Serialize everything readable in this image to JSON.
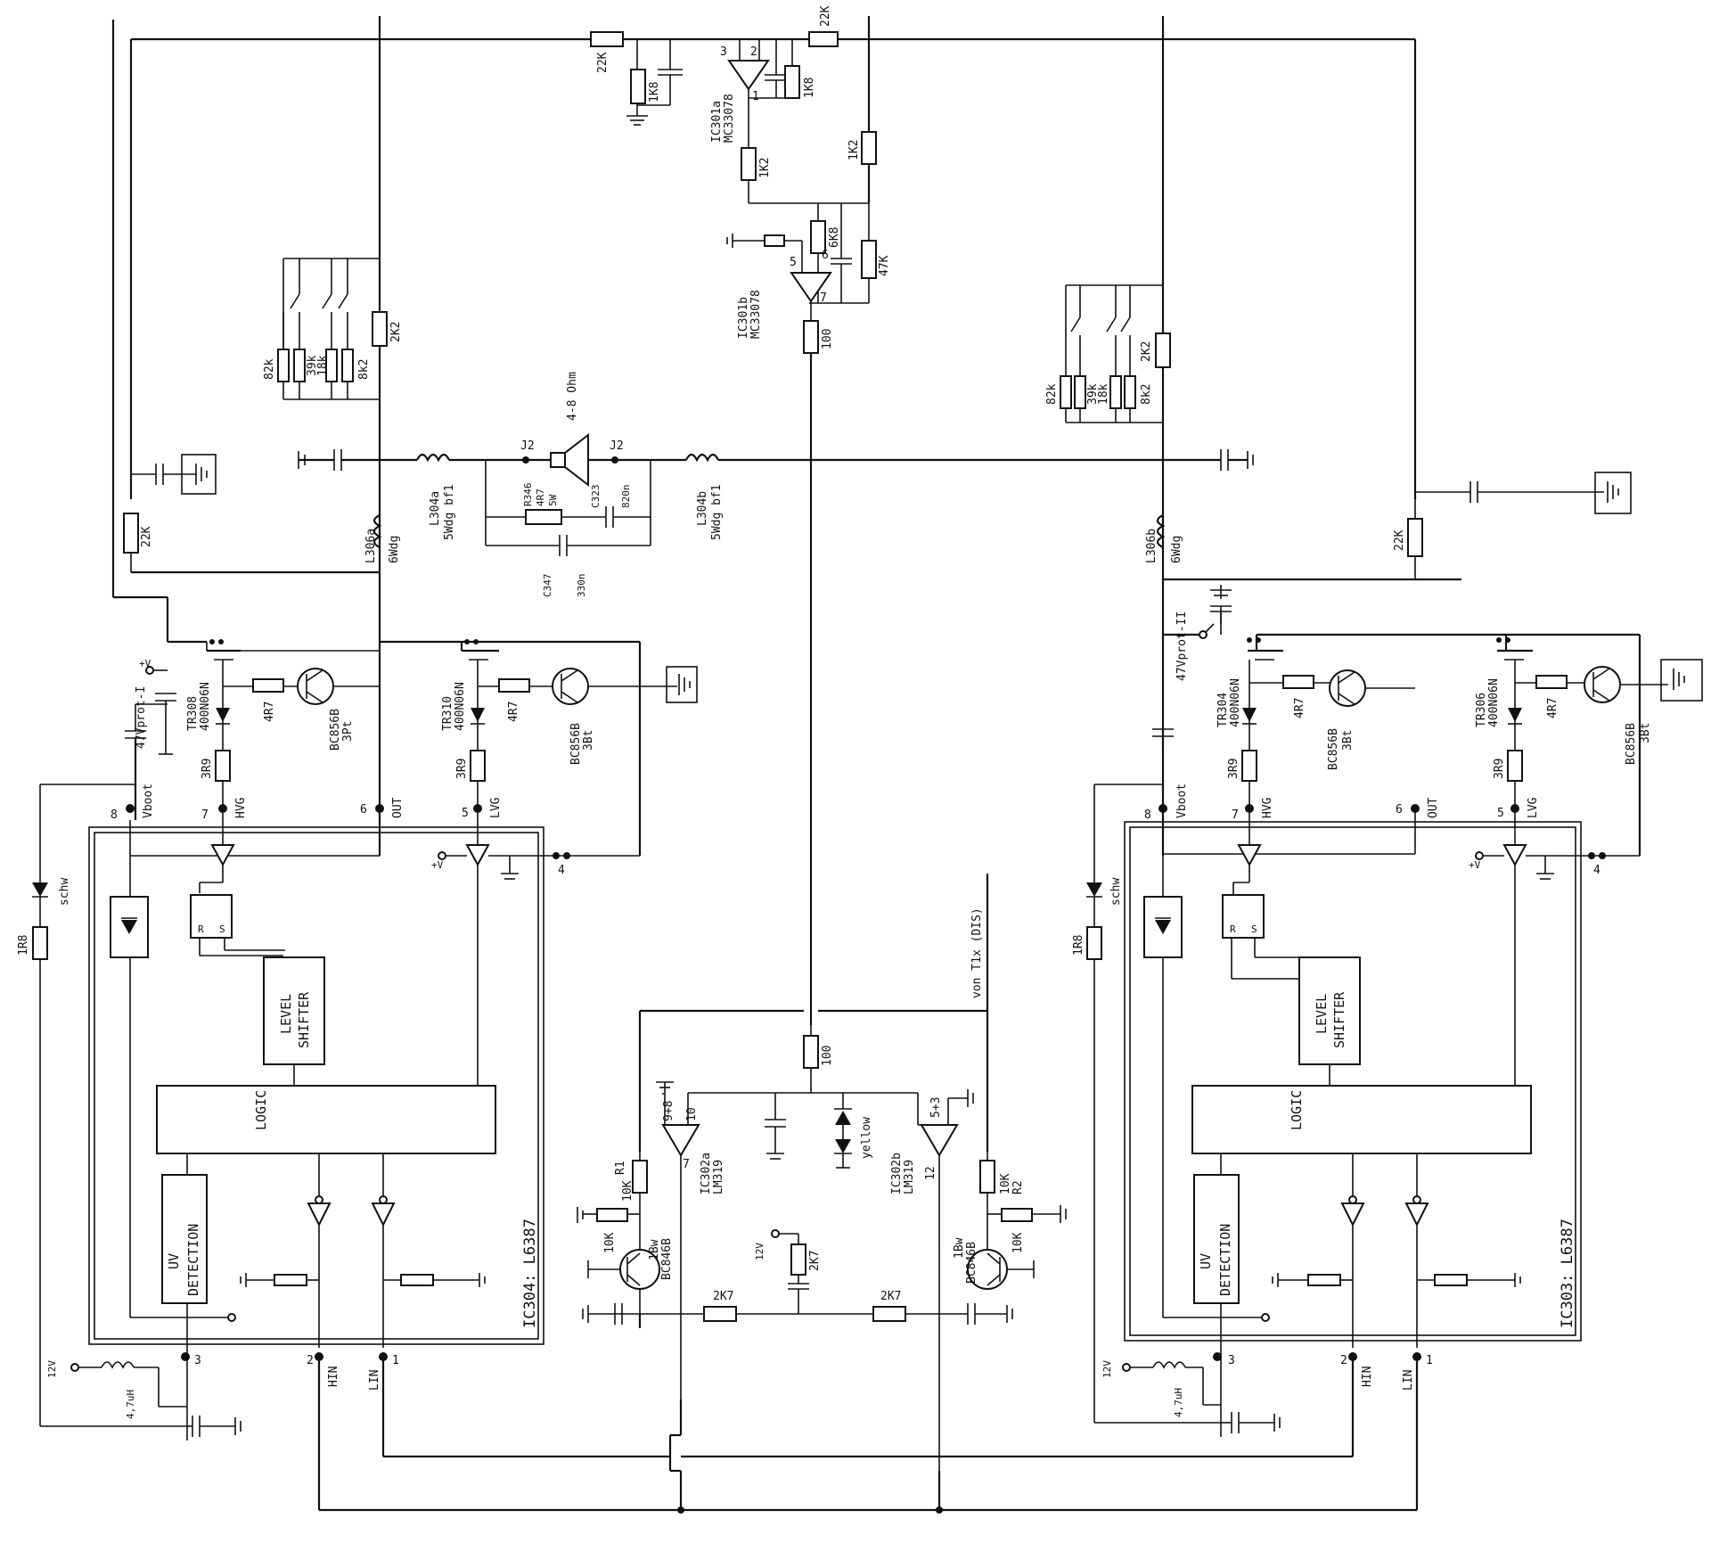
{
  "left_driver": {
    "ic_name": "IC304: L6387",
    "logic": "LOGIC",
    "level_shifter": [
      "LEVEL",
      "SHIFTER"
    ],
    "uv_detection": [
      "UV",
      "DETECTION"
    ],
    "pin_vboot": "Vboot",
    "pin_hvg": "HVG",
    "pin_out": "OUT",
    "pin_lvg": "LVG",
    "pin_hin": "HIN",
    "pin_lin": "LIN",
    "pin_num_vboot": "8",
    "pin_num_hvg": "7",
    "pin_num_out": "6",
    "pin_num_lvg": "5",
    "pin_num_4": "4",
    "pin_num_3": "3",
    "pin_num_hin": "2",
    "pin_num_lin": "1",
    "cap_boot": "47Vprot-I",
    "fet_high": [
      "TR308",
      "400N06N"
    ],
    "fet_low": [
      "TR310",
      "400N06N"
    ],
    "bjt_high": [
      "BC856B",
      "3Pt"
    ],
    "bjt_low": [
      "BC856B",
      "3Bt"
    ],
    "r_gate": "4R7",
    "r_hvg": "3R9",
    "r_boot": "1R8",
    "d_boot": "schw",
    "inductor": "4,7uH",
    "supply": "12V",
    "coil": [
      "L306a",
      "6Wdg"
    ],
    "r_fb": "22K",
    "bank": [
      "82k",
      "39k",
      "18k",
      "8k2"
    ],
    "bank_top": "2K2",
    "coil_out": [
      "L304a",
      "5Wdg bf1"
    ]
  },
  "right_driver": {
    "ic_name": "IC303: L6387",
    "logic": "LOGIC",
    "level_shifter": [
      "LEVEL",
      "SHIFTER"
    ],
    "uv_detection": [
      "UV",
      "DETECTION"
    ],
    "pin_vboot": "Vboot",
    "pin_hvg": "HVG",
    "pin_out": "OUT",
    "pin_lvg": "LVG",
    "pin_hin": "HIN",
    "pin_lin": "LIN",
    "pin_num_vboot": "8",
    "pin_num_hvg": "7",
    "pin_num_out": "6",
    "pin_num_lvg": "5",
    "pin_num_4": "4",
    "pin_num_3": "3",
    "pin_num_hin": "2",
    "pin_num_lin": "1",
    "cap_boot": "47Vprot-II",
    "fet_high": [
      "TR304",
      "400N06N"
    ],
    "fet_low": [
      "TR306",
      "400N06N"
    ],
    "bjt_high": [
      "BC856B",
      "3Bt"
    ],
    "bjt_low": [
      "BC856B",
      "3Bt"
    ],
    "r_gate": "4R7",
    "r_hvg": "3R9",
    "r_boot": "1R8",
    "d_boot": "schw",
    "inductor": "4,7uH",
    "supply": "12V",
    "coil": [
      "L306b",
      "6Wdg"
    ],
    "r_fb": "22K",
    "bank": [
      "82k",
      "39k",
      "18k",
      "8k2"
    ],
    "bank_top": "2K2",
    "coil_out": [
      "L304b",
      "5Wdg bf1"
    ]
  },
  "speaker": {
    "impedance": "4-8 Ohm",
    "connector": "J2",
    "r346": [
      "R346",
      "4R7",
      "5W"
    ],
    "c323": [
      "C323",
      "820n"
    ],
    "c347": [
      "C347",
      "330n"
    ]
  },
  "opamp_top": {
    "ic301a": [
      "IC301a",
      "MC33078"
    ],
    "ic301b": [
      "IC301b",
      "MC33078"
    ],
    "pins_a": [
      "3",
      "2",
      "1"
    ],
    "pins_b": [
      "5",
      "6",
      "7"
    ],
    "resistors": {
      "r_in_a": "22K",
      "r_in_b": "22K",
      "r_gnd_a": "1K8",
      "r_fb_a": "1K8",
      "r_mid_a": "1K2",
      "r_mid_b": "1K2",
      "r_fb_b": "6K8",
      "r_gnd_b": "47K",
      "r_out": "100"
    }
  },
  "comparator": {
    "ic302a": [
      "IC302a",
      "LM319"
    ],
    "ic302b": [
      "IC302b",
      "LM319"
    ],
    "pins_a": [
      "9+8",
      "10",
      "7"
    ],
    "pins_b": [
      "5+3",
      "12"
    ],
    "r_series": "100",
    "led": "yellow",
    "source": "von T1x (DIS)",
    "r1": [
      "R1",
      "10K"
    ],
    "r2": [
      "10K",
      "R2"
    ],
    "r_base_left": "10K",
    "r_base_right": "10K",
    "t_left": [
      "1Bw",
      "BC846B"
    ],
    "t_right": [
      "1Bw",
      "BC846B"
    ],
    "r_left_2k7": "2K7",
    "r_mid_2k7": "2K7",
    "r_right_2k7": "2K7",
    "supply": "12V"
  }
}
